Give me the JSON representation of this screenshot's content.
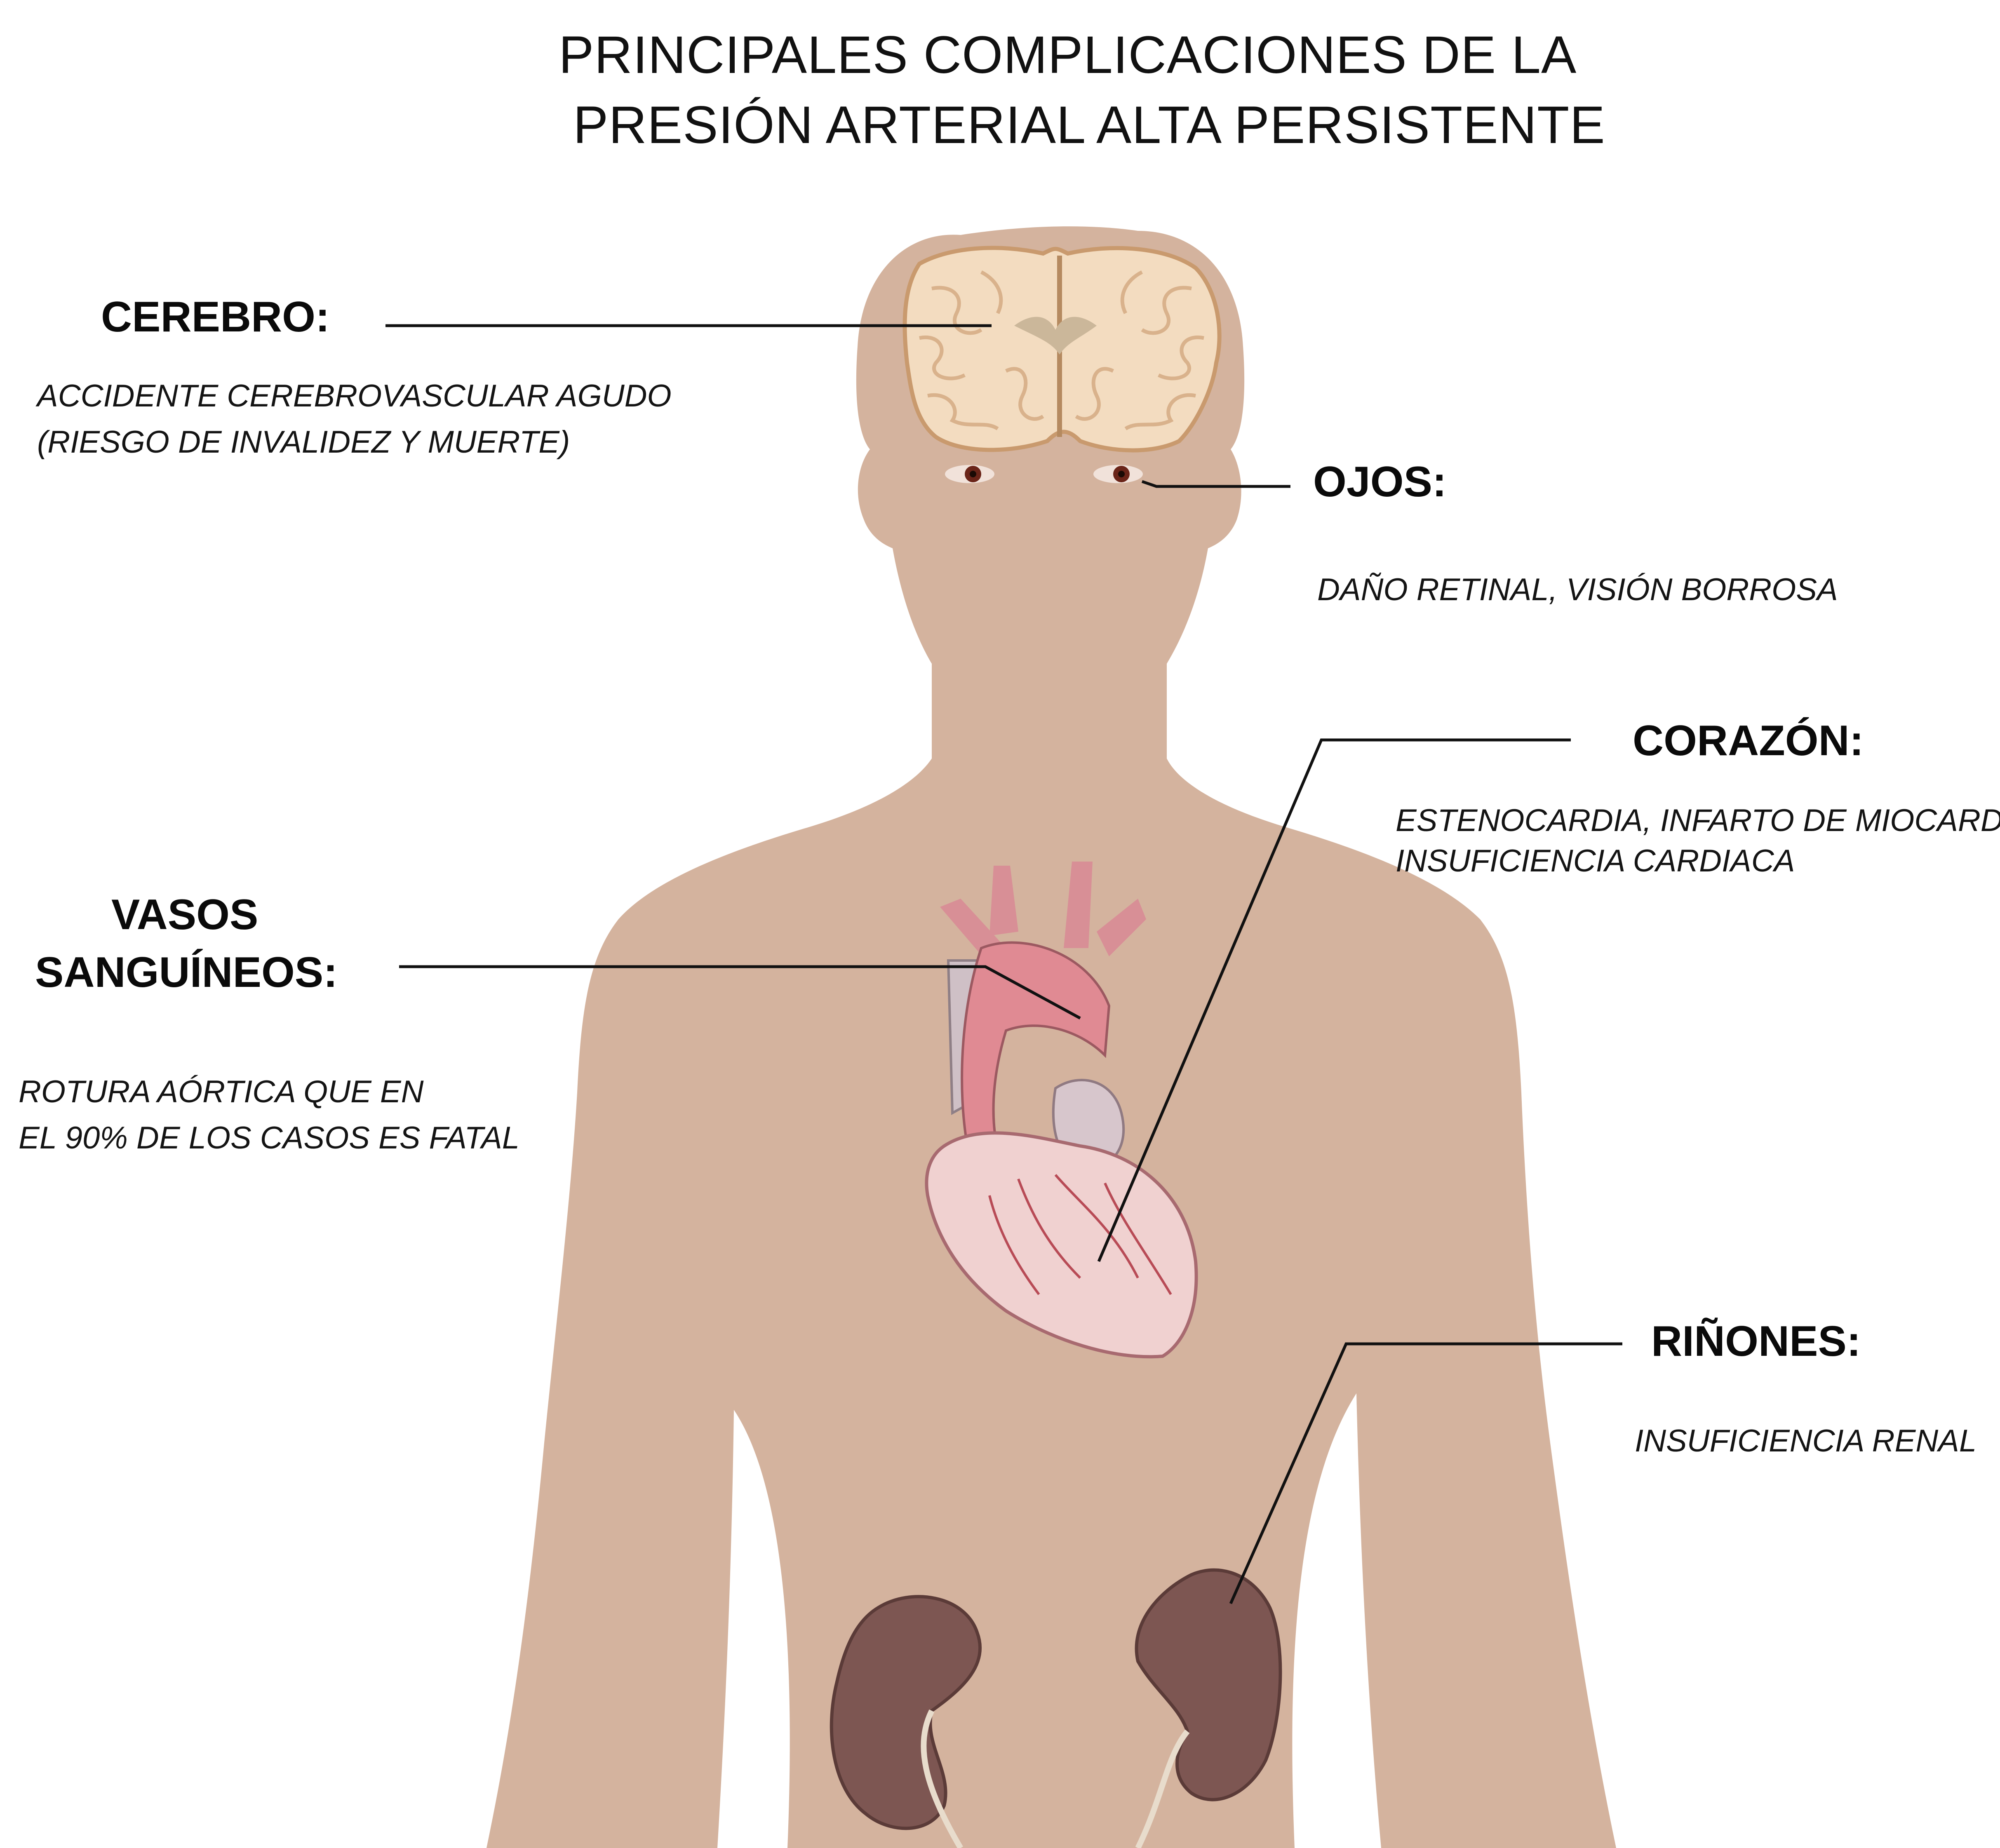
{
  "title": {
    "line1": "PRINCIPALES COMPLICACIONES DE LA",
    "line2": "PRESIÓN ARTERIAL ALTA PERSISTENTE"
  },
  "colors": {
    "skin": "#d4b39e",
    "brain": "#f3dcc0",
    "heart": "#dfa9a6",
    "kidney": "#7d5652",
    "leader_line": "#111111"
  },
  "labels": {
    "cerebro": {
      "heading": "CEREBRO:",
      "line1": "ACCIDENTE CEREBROVASCULAR AGUDO",
      "line2": "(RIESGO DE INVALIDEZ Y MUERTE)"
    },
    "ojos": {
      "heading": "OJOS:",
      "line1": "DAÑO RETINAL, VISIÓN BORROSA"
    },
    "corazon": {
      "heading": "CORAZÓN:",
      "line1": "ESTENOCARDIA, INFARTO DE MIOCARDO,",
      "line2": "INSUFICIENCIA CARDIACA"
    },
    "vasos": {
      "heading_line1": "VASOS",
      "heading_line2": "SANGUÍNEOS:",
      "line1": "ROTURA AÓRTICA QUE EN",
      "line2": "EL 90% DE LOS CASOS ES FATAL"
    },
    "rinones": {
      "heading": "RIÑONES:",
      "line1": "INSUFICIENCIA RENAL"
    }
  },
  "organs": [
    "brain-illustration",
    "eye-illustration",
    "heart-illustration",
    "kidney-illustration"
  ]
}
